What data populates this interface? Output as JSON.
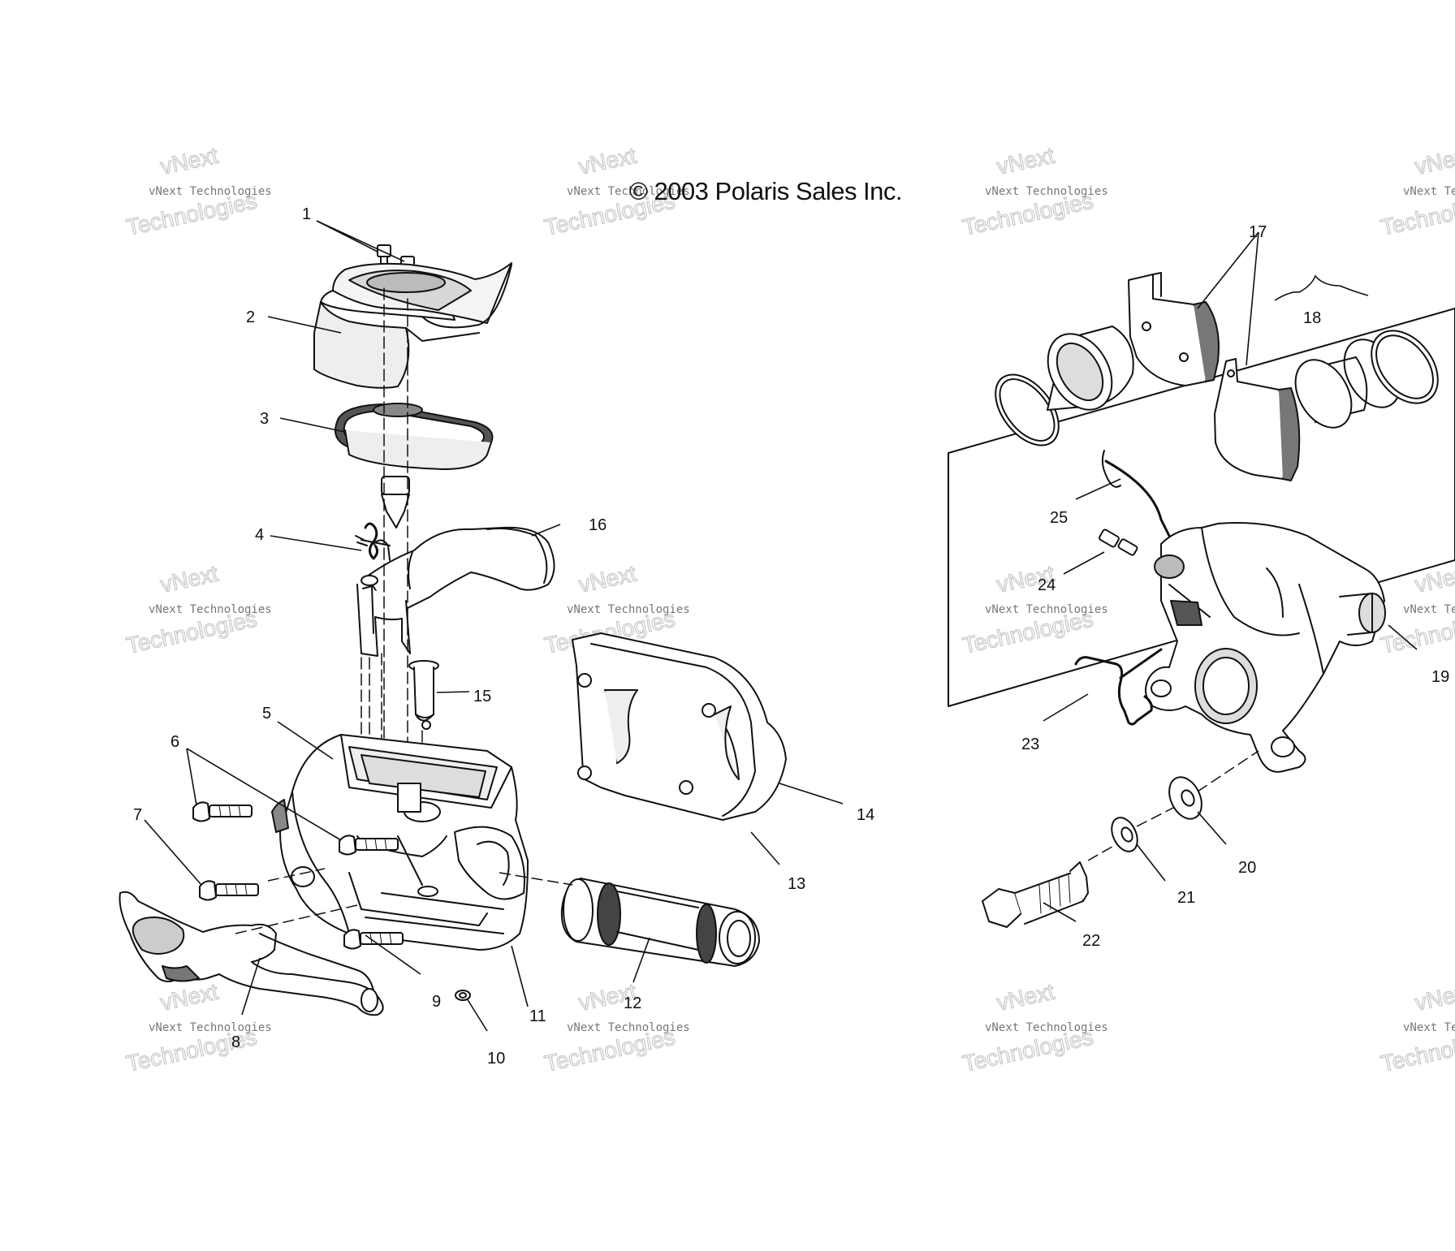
{
  "copyright": "© 2003 Polaris Sales Inc.",
  "watermark": {
    "line1": "vNext",
    "line2": "vNext Technologies",
    "line3": "Technologies"
  },
  "callouts": [
    "1",
    "2",
    "3",
    "4",
    "5",
    "6",
    "7",
    "8",
    "9",
    "10",
    "11",
    "12",
    "13",
    "14",
    "15",
    "16",
    "17",
    "18",
    "19",
    "20",
    "21",
    "22",
    "23",
    "24",
    "25"
  ],
  "icons": [
    "screw-icon",
    "reservoir-cover-icon",
    "diaphragm-icon",
    "spring-icon",
    "master-cylinder-icon",
    "brake-lever-icon",
    "piston-icon",
    "bracket-icon",
    "brake-pad-icon",
    "caliper-icon",
    "bolt-icon",
    "washer-icon"
  ]
}
